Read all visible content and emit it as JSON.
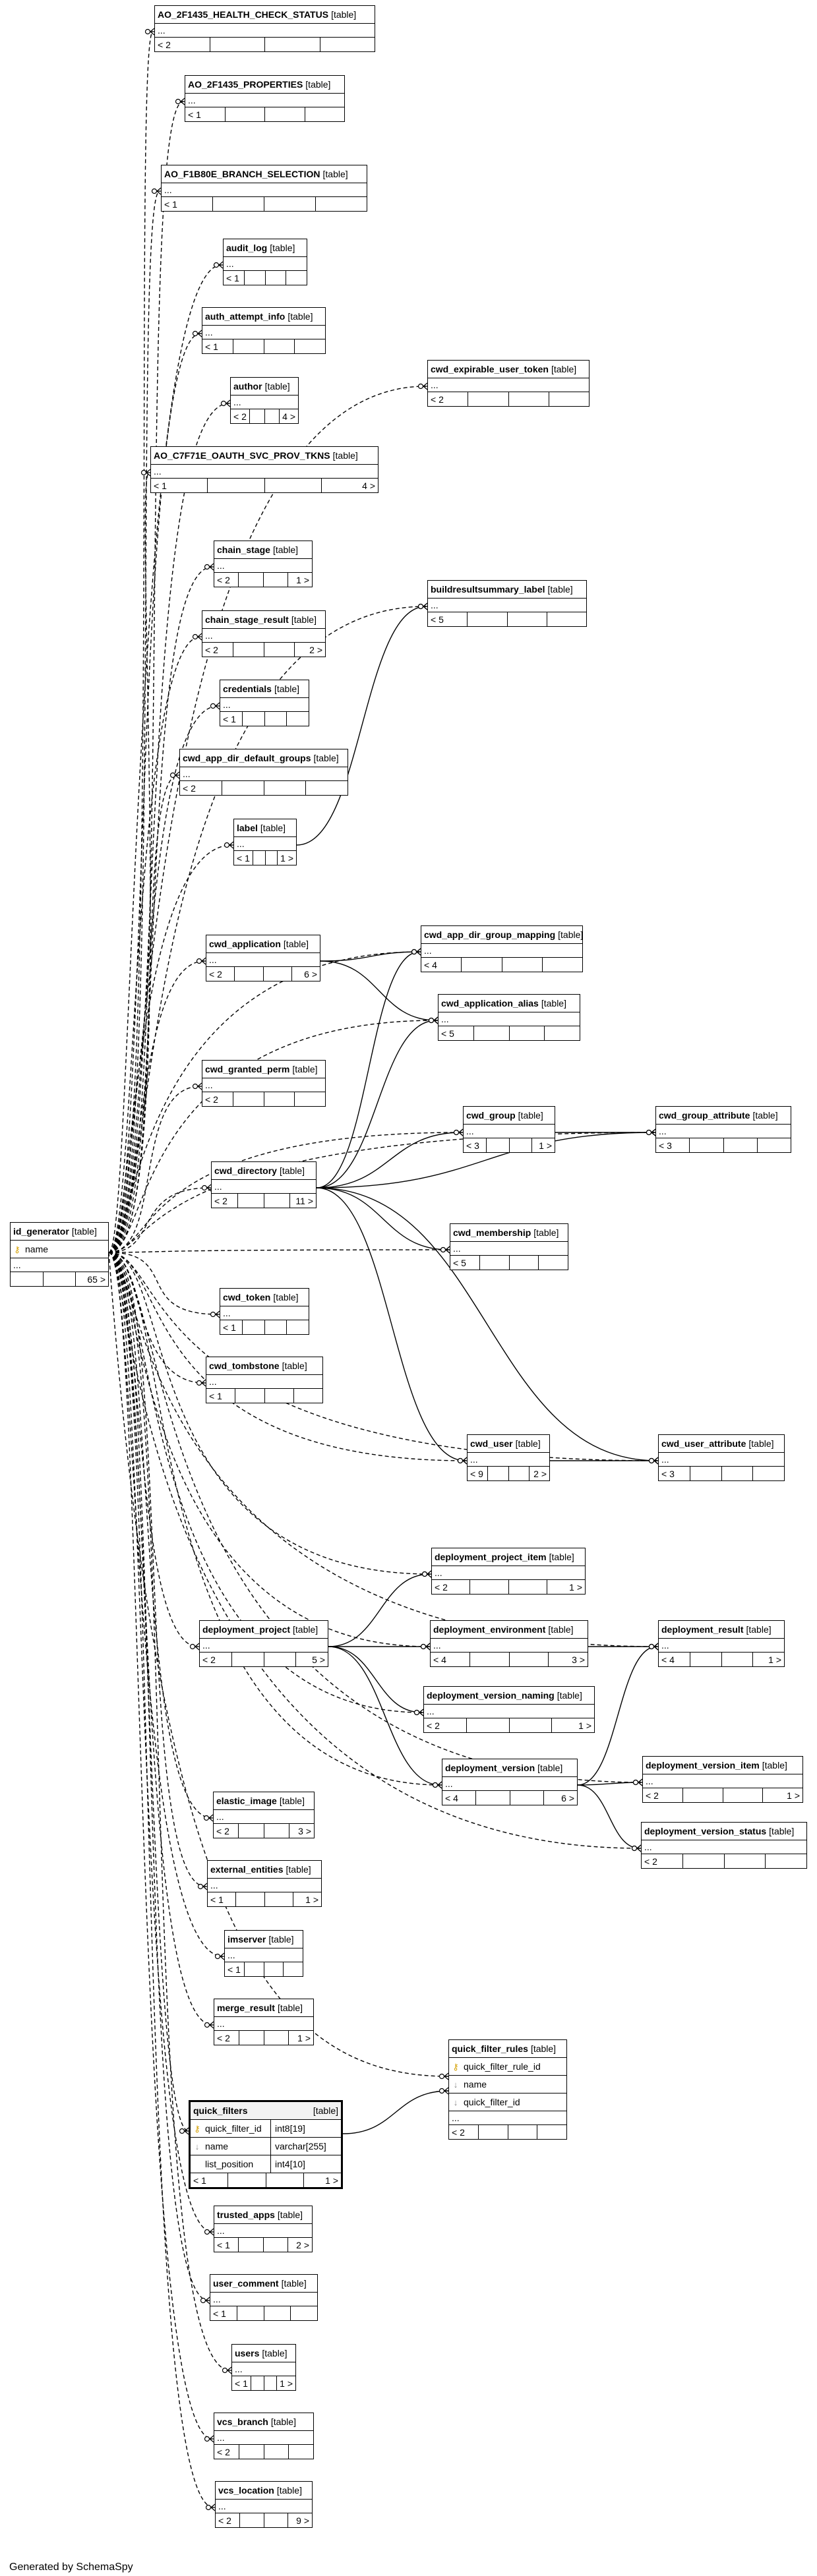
{
  "footer": "Generated by SchemaSpy",
  "tables": [
    {
      "id": "ao_health",
      "name": "AO_2F1435_HEALTH_CHECK_STATUS",
      "kind": "[table]",
      "ell": "...",
      "foot": [
        "< 2",
        "",
        "",
        ""
      ]
    },
    {
      "id": "ao_props",
      "name": "AO_2F1435_PROPERTIES",
      "kind": "[table]",
      "ell": "...",
      "foot": [
        "< 1",
        "",
        "",
        ""
      ]
    },
    {
      "id": "ao_branch",
      "name": "AO_F1B80E_BRANCH_SELECTION",
      "kind": "[table]",
      "ell": "...",
      "foot": [
        "< 1",
        "",
        "",
        ""
      ]
    },
    {
      "id": "audit_log",
      "name": "audit_log",
      "kind": "[table]",
      "ell": "...",
      "foot": [
        "< 1",
        "",
        "",
        ""
      ]
    },
    {
      "id": "auth_attempt",
      "name": "auth_attempt_info",
      "kind": "[table]",
      "ell": "...",
      "foot": [
        "< 1",
        "",
        "",
        ""
      ]
    },
    {
      "id": "author",
      "name": "author",
      "kind": "[table]",
      "ell": "...",
      "foot": [
        "< 2",
        "",
        "",
        "4 >"
      ]
    },
    {
      "id": "cwd_exp_token",
      "name": "cwd_expirable_user_token",
      "kind": "[table]",
      "ell": "...",
      "foot": [
        "< 2",
        "",
        "",
        ""
      ]
    },
    {
      "id": "ao_oauth",
      "name": "AO_C7F71E_OAUTH_SVC_PROV_TKNS",
      "kind": "[table]",
      "ell": "...",
      "foot": [
        "< 1",
        "",
        "",
        "4 >"
      ]
    },
    {
      "id": "chain_stage",
      "name": "chain_stage",
      "kind": "[table]",
      "ell": "...",
      "foot": [
        "< 2",
        "",
        "",
        "1 >"
      ]
    },
    {
      "id": "build_label",
      "name": "buildresultsummary_label",
      "kind": "[table]",
      "ell": "...",
      "foot": [
        "< 5",
        "",
        "",
        ""
      ]
    },
    {
      "id": "chain_stage_result",
      "name": "chain_stage_result",
      "kind": "[table]",
      "ell": "...",
      "foot": [
        "< 2",
        "",
        "",
        "2 >"
      ]
    },
    {
      "id": "credentials",
      "name": "credentials",
      "kind": "[table]",
      "ell": "...",
      "foot": [
        "< 1",
        "",
        "",
        ""
      ]
    },
    {
      "id": "cwd_app_dir_def",
      "name": "cwd_app_dir_default_groups",
      "kind": "[table]",
      "ell": "...",
      "foot": [
        "< 2",
        "",
        "",
        ""
      ]
    },
    {
      "id": "label",
      "name": "label",
      "kind": "[table]",
      "ell": "...",
      "foot": [
        "< 1",
        "",
        "",
        "1 >"
      ]
    },
    {
      "id": "cwd_application",
      "name": "cwd_application",
      "kind": "[table]",
      "ell": "...",
      "foot": [
        "< 2",
        "",
        "",
        "6 >"
      ]
    },
    {
      "id": "cwd_app_dir_map",
      "name": "cwd_app_dir_group_mapping",
      "kind": "[table]",
      "ell": "...",
      "foot": [
        "< 4",
        "",
        "",
        ""
      ]
    },
    {
      "id": "cwd_app_alias",
      "name": "cwd_application_alias",
      "kind": "[table]",
      "ell": "...",
      "foot": [
        "< 5",
        "",
        "",
        ""
      ]
    },
    {
      "id": "cwd_granted",
      "name": "cwd_granted_perm",
      "kind": "[table]",
      "ell": "...",
      "foot": [
        "< 2",
        "",
        "",
        ""
      ]
    },
    {
      "id": "cwd_group",
      "name": "cwd_group",
      "kind": "[table]",
      "ell": "...",
      "foot": [
        "< 3",
        "",
        "",
        "1 >"
      ]
    },
    {
      "id": "cwd_group_attr",
      "name": "cwd_group_attribute",
      "kind": "[table]",
      "ell": "...",
      "foot": [
        "< 3",
        "",
        "",
        ""
      ]
    },
    {
      "id": "cwd_directory",
      "name": "cwd_directory",
      "kind": "[table]",
      "ell": "...",
      "foot": [
        "< 2",
        "",
        "",
        "11 >"
      ]
    },
    {
      "id": "cwd_membership",
      "name": "cwd_membership",
      "kind": "[table]",
      "ell": "...",
      "foot": [
        "< 5",
        "",
        "",
        ""
      ]
    },
    {
      "id": "cwd_token",
      "name": "cwd_token",
      "kind": "[table]",
      "ell": "...",
      "foot": [
        "< 1",
        "",
        "",
        ""
      ]
    },
    {
      "id": "cwd_tombstone",
      "name": "cwd_tombstone",
      "kind": "[table]",
      "ell": "...",
      "foot": [
        "< 1",
        "",
        "",
        ""
      ]
    },
    {
      "id": "cwd_user",
      "name": "cwd_user",
      "kind": "[table]",
      "ell": "...",
      "foot": [
        "< 9",
        "",
        "",
        "2 >"
      ]
    },
    {
      "id": "cwd_user_attr",
      "name": "cwd_user_attribute",
      "kind": "[table]",
      "ell": "...",
      "foot": [
        "< 3",
        "",
        "",
        ""
      ]
    },
    {
      "id": "dep_proj_item",
      "name": "deployment_project_item",
      "kind": "[table]",
      "ell": "...",
      "foot": [
        "< 2",
        "",
        "",
        "1 >"
      ]
    },
    {
      "id": "dep_project",
      "name": "deployment_project",
      "kind": "[table]",
      "ell": "...",
      "foot": [
        "< 2",
        "",
        "",
        "5 >"
      ]
    },
    {
      "id": "dep_env",
      "name": "deployment_environment",
      "kind": "[table]",
      "ell": "...",
      "foot": [
        "< 4",
        "",
        "",
        "3 >"
      ]
    },
    {
      "id": "dep_result",
      "name": "deployment_result",
      "kind": "[table]",
      "ell": "...",
      "foot": [
        "< 4",
        "",
        "",
        "1 >"
      ]
    },
    {
      "id": "dep_ver_naming",
      "name": "deployment_version_naming",
      "kind": "[table]",
      "ell": "...",
      "foot": [
        "< 2",
        "",
        "",
        "1 >"
      ]
    },
    {
      "id": "dep_version",
      "name": "deployment_version",
      "kind": "[table]",
      "ell": "...",
      "foot": [
        "< 4",
        "",
        "",
        "6 >"
      ]
    },
    {
      "id": "dep_ver_item",
      "name": "deployment_version_item",
      "kind": "[table]",
      "ell": "...",
      "foot": [
        "< 2",
        "",
        "",
        "1 >"
      ]
    },
    {
      "id": "dep_ver_status",
      "name": "deployment_version_status",
      "kind": "[table]",
      "ell": "...",
      "foot": [
        "< 2",
        "",
        "",
        ""
      ]
    },
    {
      "id": "elastic_image",
      "name": "elastic_image",
      "kind": "[table]",
      "ell": "...",
      "foot": [
        "< 2",
        "",
        "",
        "3 >"
      ]
    },
    {
      "id": "external_entities",
      "name": "external_entities",
      "kind": "[table]",
      "ell": "...",
      "foot": [
        "< 1",
        "",
        "",
        "1 >"
      ]
    },
    {
      "id": "imserver",
      "name": "imserver",
      "kind": "[table]",
      "ell": "...",
      "foot": [
        "< 1",
        "",
        "",
        ""
      ]
    },
    {
      "id": "merge_result",
      "name": "merge_result",
      "kind": "[table]",
      "ell": "...",
      "foot": [
        "< 2",
        "",
        "",
        "1 >"
      ]
    },
    {
      "id": "trusted_apps",
      "name": "trusted_apps",
      "kind": "[table]",
      "ell": "...",
      "foot": [
        "< 1",
        "",
        "",
        "2 >"
      ]
    },
    {
      "id": "user_comment",
      "name": "user_comment",
      "kind": "[table]",
      "ell": "...",
      "foot": [
        "< 1",
        "",
        "",
        ""
      ]
    },
    {
      "id": "users",
      "name": "users",
      "kind": "[table]",
      "ell": "...",
      "foot": [
        "< 1",
        "",
        "",
        "1 >"
      ]
    },
    {
      "id": "vcs_branch",
      "name": "vcs_branch",
      "kind": "[table]",
      "ell": "...",
      "foot": [
        "< 2",
        "",
        "",
        ""
      ]
    },
    {
      "id": "vcs_location",
      "name": "vcs_location",
      "kind": "[table]",
      "ell": "...",
      "foot": [
        "< 2",
        "",
        "",
        "9 >"
      ]
    }
  ],
  "id_generator": {
    "name": "id_generator",
    "kind": "[table]",
    "columns": [
      {
        "key": "pk",
        "name": "name"
      }
    ],
    "ell": "...",
    "foot": [
      "",
      "",
      "65 >"
    ]
  },
  "quick_filters": {
    "name": "quick_filters",
    "kind": "[table]",
    "columns": [
      {
        "key": "pk",
        "name": "quick_filter_id",
        "type": "int8[19]"
      },
      {
        "key": "fk",
        "name": "name",
        "type": "varchar[255]"
      },
      {
        "key": "",
        "name": "list_position",
        "type": "int4[10]"
      }
    ],
    "foot": [
      "< 1",
      "",
      "",
      "1 >"
    ]
  },
  "quick_filter_rules": {
    "name": "quick_filter_rules",
    "kind": "[table]",
    "columns": [
      {
        "key": "pk",
        "name": "quick_filter_rule_id"
      },
      {
        "key": "fk",
        "name": "name"
      },
      {
        "key": "fk",
        "name": "quick_filter_id"
      }
    ],
    "ell": "...",
    "foot": [
      "< 2",
      "",
      "",
      ""
    ]
  }
}
